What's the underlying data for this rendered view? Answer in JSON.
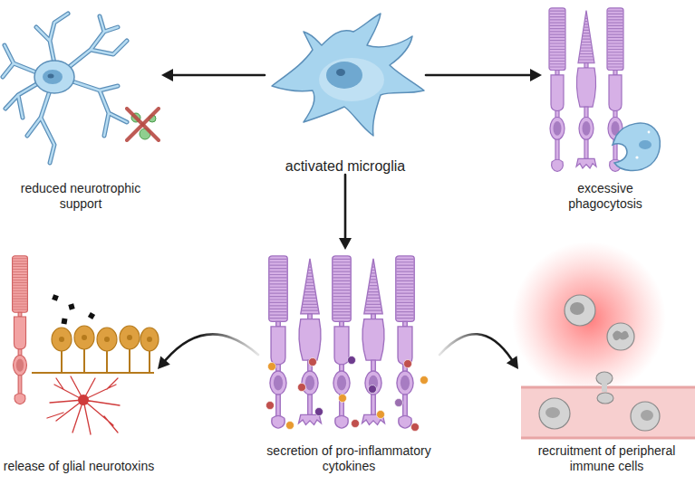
{
  "diagram": {
    "nodes": [
      {
        "text": [
          "reduced neurotrophic support"
        ]
      },
      {
        "text": [
          "activated microglia"
        ]
      },
      {
        "text": [
          "excessive phagocytosis"
        ]
      },
      {
        "text": [
          "release of glial neurotoxins"
        ]
      },
      {
        "text": [
          "secretion of pro-inflammatory cytokines"
        ]
      },
      {
        "text": [
          "recruitment of peripheral immune cells"
        ]
      }
    ],
    "edges": [
      {
        "from": 1,
        "to": 0,
        "arrow": "to"
      },
      {
        "from": 1,
        "to": 2,
        "arrow": "to"
      },
      {
        "from": 1,
        "to": 4,
        "arrow": "to"
      },
      {
        "from": 4,
        "to": 3,
        "arrow": "to"
      },
      {
        "from": 4,
        "to": 5,
        "arrow": "to"
      }
    ]
  }
}
